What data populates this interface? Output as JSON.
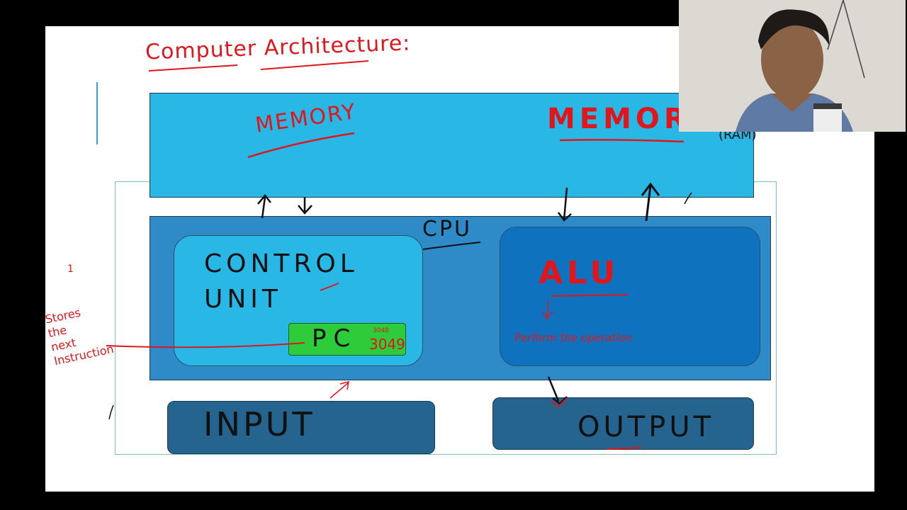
{
  "diagram": {
    "title": "Computer Architecture:",
    "memory_box": {
      "label_left": "MEMORY",
      "label_right": "MEMOR",
      "note": "(RAM)"
    },
    "cpu": {
      "label": "CPU",
      "control_unit": {
        "line1": "CONTROL",
        "line2": "UNIT",
        "pc": {
          "label": "PC",
          "small_value": "3048",
          "value": "3049"
        }
      },
      "alu": {
        "label": "ALU",
        "note": "Perform the operation"
      }
    },
    "input": {
      "label": "INPUT"
    },
    "output": {
      "label": "OUTPUT"
    },
    "side_note": [
      "Stores",
      "the",
      "next",
      "Instruction"
    ],
    "side_mark": "1"
  },
  "colors": {
    "memory": "#29b7e5",
    "cpu": "#2e8bc8",
    "control_unit": "#29b7e5",
    "alu": "#0f72be",
    "pc": "#2ecb3a",
    "io": "#25648f",
    "ink_red": "#e0161d",
    "ink_black": "#111111"
  },
  "webcam": {
    "icon": "presenter-video"
  }
}
